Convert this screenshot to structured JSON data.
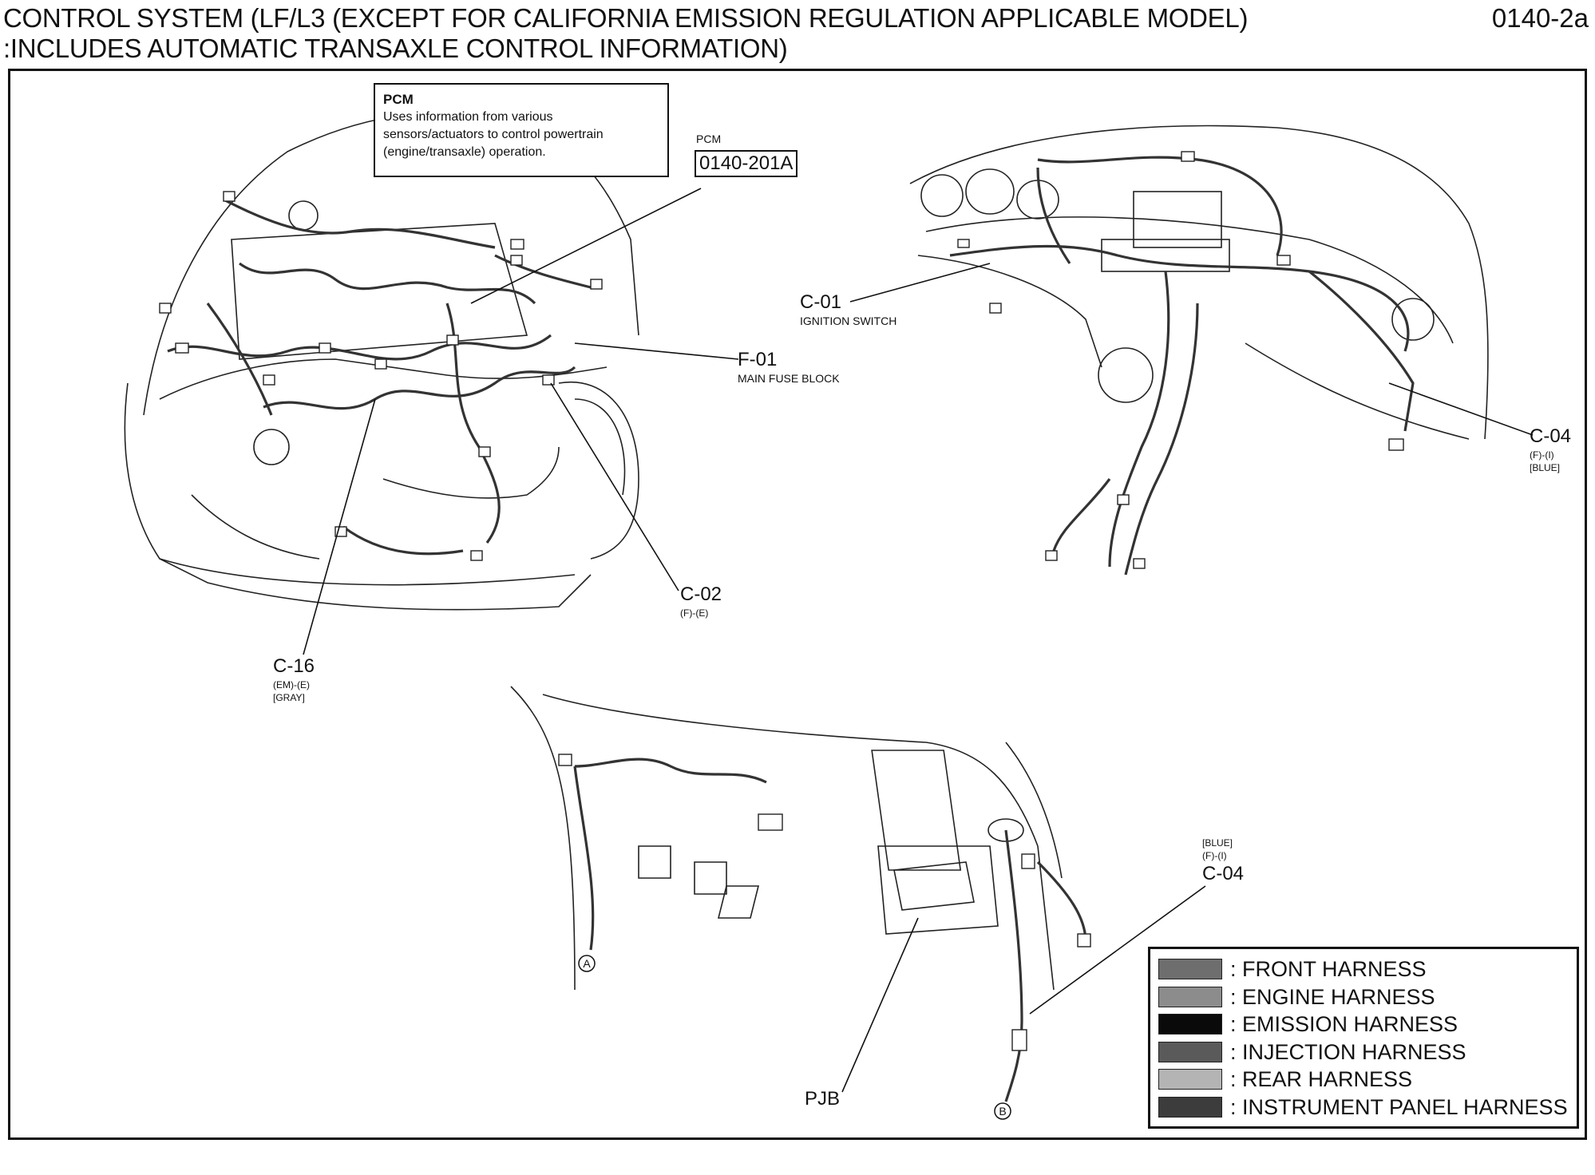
{
  "header": {
    "title_line1": "CONTROL SYSTEM (LF/L3 (EXCEPT FOR CALIFORNIA EMISSION REGULATION APPLICABLE MODEL)",
    "title_line2": ":INCLUDES AUTOMATIC TRANSAXLE CONTROL INFORMATION)",
    "page_code": "0140-2a"
  },
  "pcm_box": {
    "heading": "PCM",
    "line1": "Uses information from various",
    "line2": "sensors/actuators to control powertrain",
    "line3": "(engine/transaxle) operation."
  },
  "pcm_ref": {
    "label": "PCM",
    "code": "0140-201A"
  },
  "callouts": {
    "f01": {
      "id": "F-01",
      "desc": "MAIN FUSE BLOCK"
    },
    "c02": {
      "id": "C-02",
      "sub": "(F)-(E)"
    },
    "c16": {
      "id": "C-16",
      "sub1": "(EM)-(E)",
      "sub2": "[GRAY]"
    },
    "c01": {
      "id": "C-01",
      "desc": "IGNITION SWITCH"
    },
    "c04_top": {
      "id": "C-04",
      "sub1": "(F)-(I)",
      "sub2": "[BLUE]"
    },
    "c04_bottom": {
      "id": "C-04",
      "sub1": "(F)-(I)",
      "sub2": "[BLUE]"
    },
    "pjb": {
      "id": "PJB"
    },
    "marker_a": "A",
    "marker_b": "B"
  },
  "legend": {
    "items": [
      {
        "label": ": FRONT HARNESS",
        "color": "#6e6e6e"
      },
      {
        "label": ": ENGINE HARNESS",
        "color": "#8c8c8c"
      },
      {
        "label": ": EMISSION HARNESS",
        "color": "#0a0a0a"
      },
      {
        "label": ": INJECTION HARNESS",
        "color": "#5a5a5a"
      },
      {
        "label": ": REAR HARNESS",
        "color": "#b4b4b4"
      },
      {
        "label": ": INSTRUMENT PANEL HARNESS",
        "color": "#3c3c3c"
      }
    ]
  }
}
